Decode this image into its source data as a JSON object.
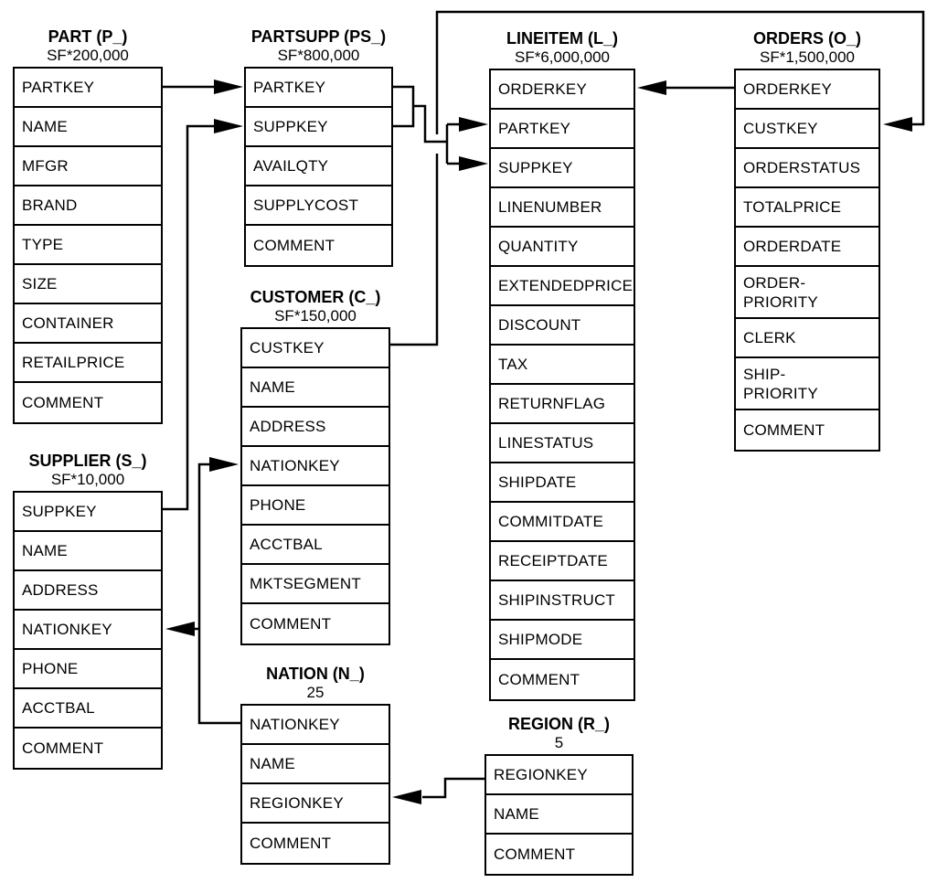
{
  "colors": {
    "background": "#ffffff",
    "line": "#000000",
    "text": "#000000"
  },
  "tables": {
    "part": {
      "title": "PART (P_)",
      "cardinality": "SF*200,000",
      "columns": [
        "PARTKEY",
        "NAME",
        "MFGR",
        "BRAND",
        "TYPE",
        "SIZE",
        "CONTAINER",
        "RETAILPRICE",
        "COMMENT"
      ]
    },
    "partsupp": {
      "title": "PARTSUPP (PS_)",
      "cardinality": "SF*800,000",
      "columns": [
        "PARTKEY",
        "SUPPKEY",
        "AVAILQTY",
        "SUPPLYCOST",
        "COMMENT"
      ]
    },
    "lineitem": {
      "title": "LINEITEM (L_)",
      "cardinality": "SF*6,000,000",
      "columns": [
        "ORDERKEY",
        "PARTKEY",
        "SUPPKEY",
        "LINENUMBER",
        "QUANTITY",
        "EXTENDEDPRICE",
        "DISCOUNT",
        "TAX",
        "RETURNFLAG",
        "LINESTATUS",
        "SHIPDATE",
        "COMMITDATE",
        "RECEIPTDATE",
        "SHIPINSTRUCT",
        "SHIPMODE",
        "COMMENT"
      ]
    },
    "orders": {
      "title": "ORDERS (O_)",
      "cardinality": "SF*1,500,000",
      "columns": [
        "ORDERKEY",
        "CUSTKEY",
        "ORDERSTATUS",
        "TOTALPRICE",
        "ORDERDATE",
        "ORDER-\nPRIORITY",
        "CLERK",
        "SHIP-\nPRIORITY",
        "COMMENT"
      ]
    },
    "customer": {
      "title": "CUSTOMER (C_)",
      "cardinality": "SF*150,000",
      "columns": [
        "CUSTKEY",
        "NAME",
        "ADDRESS",
        "NATIONKEY",
        "PHONE",
        "ACCTBAL",
        "MKTSEGMENT",
        "COMMENT"
      ]
    },
    "supplier": {
      "title": "SUPPLIER (S_)",
      "cardinality": "SF*10,000",
      "columns": [
        "SUPPKEY",
        "NAME",
        "ADDRESS",
        "NATIONKEY",
        "PHONE",
        "ACCTBAL",
        "COMMENT"
      ]
    },
    "nation": {
      "title": "NATION (N_)",
      "cardinality": "25",
      "columns": [
        "NATIONKEY",
        "NAME",
        "REGIONKEY",
        "COMMENT"
      ]
    },
    "region": {
      "title": "REGION (R_)",
      "cardinality": "5",
      "columns": [
        "REGIONKEY",
        "NAME",
        "COMMENT"
      ]
    }
  },
  "relationships": [
    {
      "from": "PART.PARTKEY",
      "to": "PARTSUPP.PARTKEY"
    },
    {
      "from": "SUPPLIER.SUPPKEY",
      "to": "PARTSUPP.SUPPKEY"
    },
    {
      "from": "PARTSUPP.PARTKEY",
      "to": "LINEITEM.PARTKEY"
    },
    {
      "from": "PARTSUPP.SUPPKEY",
      "to": "LINEITEM.SUPPKEY"
    },
    {
      "from": "ORDERS.ORDERKEY",
      "to": "LINEITEM.ORDERKEY"
    },
    {
      "from": "CUSTOMER.CUSTKEY",
      "to": "ORDERS.CUSTKEY"
    },
    {
      "from": "NATION.NATIONKEY",
      "to": "CUSTOMER.NATIONKEY"
    },
    {
      "from": "NATION.NATIONKEY",
      "to": "SUPPLIER.NATIONKEY"
    },
    {
      "from": "REGION.REGIONKEY",
      "to": "NATION.REGIONKEY"
    }
  ]
}
